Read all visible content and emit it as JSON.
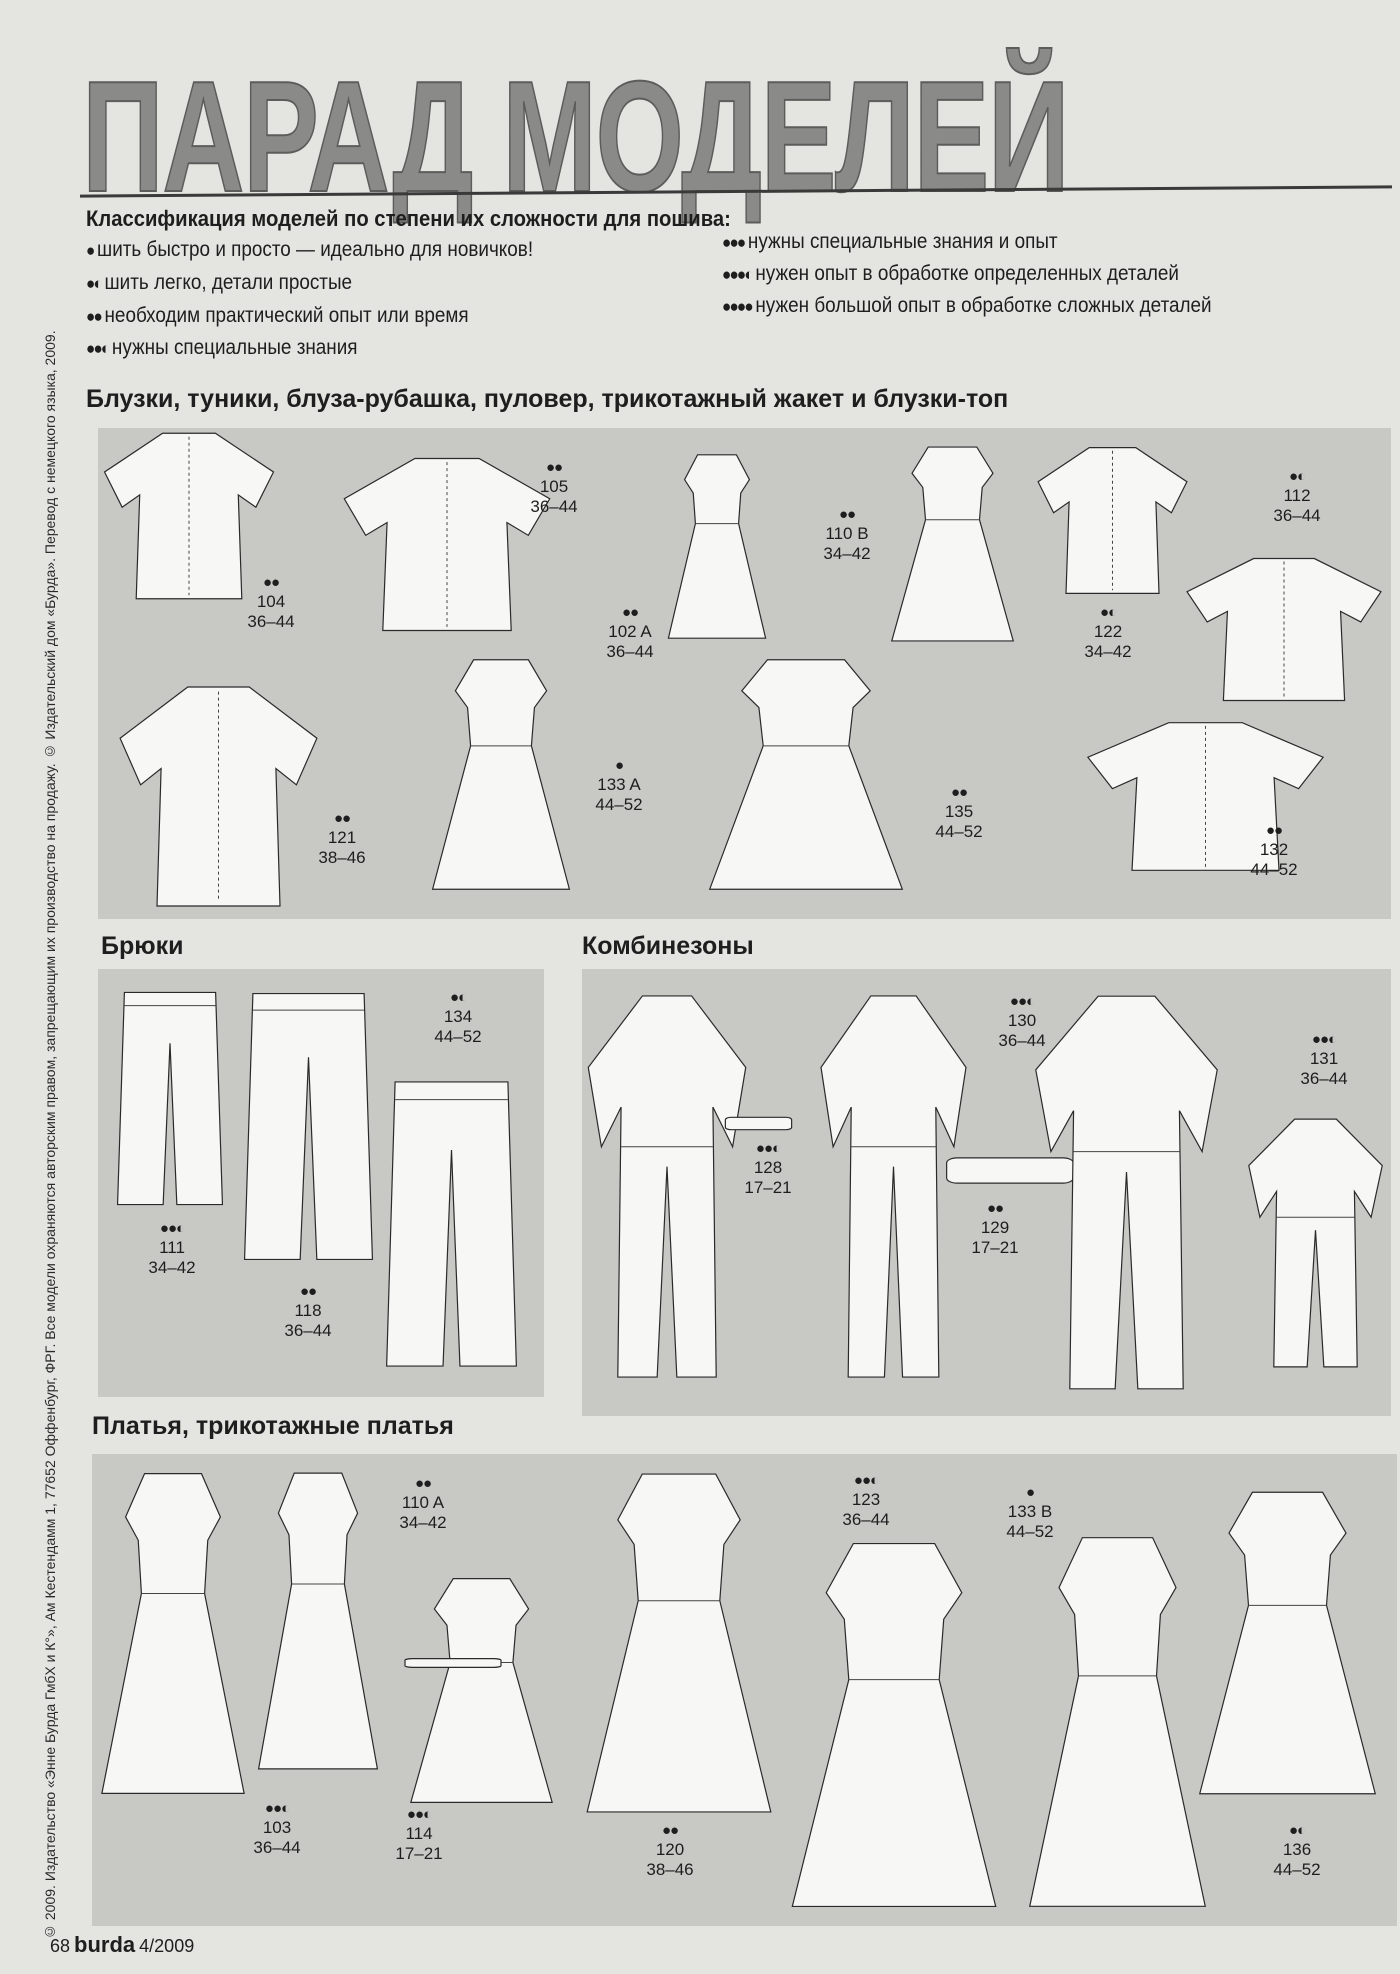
{
  "title": "ПАРАД МОДЕЛЕЙ",
  "legend": {
    "heading": "Классификация моделей по степени их сложности для пошива:",
    "items": [
      {
        "dots": "●",
        "text": "шить быстро и просто — идеально для новичков!"
      },
      {
        "dots": "●◐",
        "text": "шить легко, детали простые"
      },
      {
        "dots": "●●",
        "text": "необходим практический опыт или время"
      },
      {
        "dots": "●●◐",
        "text": "нужны специальные знания"
      },
      {
        "dots": "●●●",
        "text": "нужны специальные знания и опыт"
      },
      {
        "dots": "●●●◐",
        "text": "нужен опыт в обработке определенных деталей"
      },
      {
        "dots": "●●●●",
        "text": "нужен большой опыт в обработке сложных деталей"
      }
    ]
  },
  "sections": {
    "blouses": "Блузки, туники, блуза-рубашка, пуловер, трикотажный жакет и блузки-топ",
    "trousers": "Брюки",
    "jumpsuits": "Комбинезоны",
    "dresses": "Платья, трикотажные платья"
  },
  "models": [
    {
      "num": "104",
      "sizes": "36–44",
      "dots": "●●"
    },
    {
      "num": "105",
      "sizes": "36–44",
      "dots": "●●"
    },
    {
      "num": "102 A",
      "sizes": "36–44",
      "dots": "●●"
    },
    {
      "num": "110 B",
      "sizes": "34–42",
      "dots": "●●"
    },
    {
      "num": "112",
      "sizes": "36–44",
      "dots": "●◐"
    },
    {
      "num": "122",
      "sizes": "34–42",
      "dots": "●◐"
    },
    {
      "num": "121",
      "sizes": "38–46",
      "dots": "●●"
    },
    {
      "num": "133 A",
      "sizes": "44–52",
      "dots": "●"
    },
    {
      "num": "135",
      "sizes": "44–52",
      "dots": "●●"
    },
    {
      "num": "132",
      "sizes": "44–52",
      "dots": "●●"
    },
    {
      "num": "111",
      "sizes": "34–42",
      "dots": "●●◐"
    },
    {
      "num": "118",
      "sizes": "36–44",
      "dots": "●●"
    },
    {
      "num": "134",
      "sizes": "44–52",
      "dots": "●◐"
    },
    {
      "num": "128",
      "sizes": "17–21",
      "dots": "●●◐"
    },
    {
      "num": "129",
      "sizes": "17–21",
      "dots": "●●"
    },
    {
      "num": "130",
      "sizes": "36–44",
      "dots": "●●◐"
    },
    {
      "num": "131",
      "sizes": "36–44",
      "dots": "●●◐"
    },
    {
      "num": "110 A",
      "sizes": "34–42",
      "dots": "●●"
    },
    {
      "num": "103",
      "sizes": "36–44",
      "dots": "●●◐"
    },
    {
      "num": "114",
      "sizes": "17–21",
      "dots": "●●◐"
    },
    {
      "num": "120",
      "sizes": "38–46",
      "dots": "●●"
    },
    {
      "num": "123",
      "sizes": "36–44",
      "dots": "●●◐"
    },
    {
      "num": "133 B",
      "sizes": "44–52",
      "dots": "●"
    },
    {
      "num": "136",
      "sizes": "44–52",
      "dots": "●◐"
    }
  ],
  "copyright": "© 2009. Издательство «Энне Бурда ГмбХ и К°», Ам Кестендамм 1, 77652 Оффенбург, ФРГ. Все модели охраняются авторским правом, запрещающим их производство на продажу. © Издательский дом «Бурда». Перевод с немецкого языка, 2009.",
  "footer": {
    "page": "68",
    "brand": "burda",
    "issue": "4/2009"
  }
}
